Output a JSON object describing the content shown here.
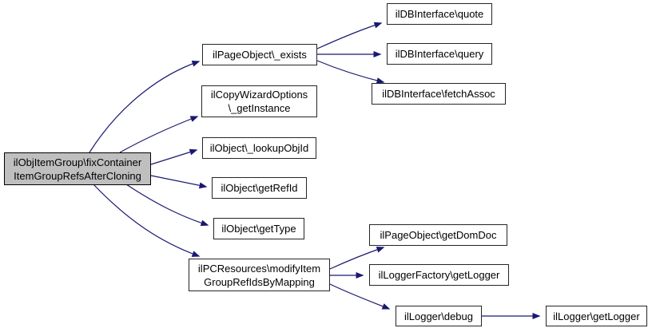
{
  "diagram": {
    "type": "call-graph",
    "colors": {
      "edge": "#191970",
      "node_border": "#252525",
      "node_fill": "#ffffff",
      "highlight_fill": "#bfbfbf",
      "text": "#000000",
      "background": "#ffffff"
    },
    "nodes": {
      "main": {
        "label": "ilObjItemGroup\\fixContainer\nItemGroupRefsAfterCloning",
        "highlighted": true
      },
      "exists": {
        "label": "ilPageObject\\_exists",
        "highlighted": false
      },
      "getInstance": {
        "label": "ilCopyWizardOptions\n\\_getInstance",
        "highlighted": false
      },
      "lookupObjId": {
        "label": "ilObject\\_lookupObjId",
        "highlighted": false
      },
      "getRefId": {
        "label": "ilObject\\getRefId",
        "highlighted": false
      },
      "getType": {
        "label": "ilObject\\getType",
        "highlighted": false
      },
      "modifyItemGroupRefIdsByMapping": {
        "label": "ilPCResources\\modifyItem\nGroupRefIdsByMapping",
        "highlighted": false
      },
      "quote": {
        "label": "ilDBInterface\\quote",
        "highlighted": false
      },
      "query": {
        "label": "ilDBInterface\\query",
        "highlighted": false
      },
      "fetchAssoc": {
        "label": "ilDBInterface\\fetchAssoc",
        "highlighted": false
      },
      "getDomDoc": {
        "label": "ilPageObject\\getDomDoc",
        "highlighted": false
      },
      "loggerFactoryGetLogger": {
        "label": "ilLoggerFactory\\getLogger",
        "highlighted": false
      },
      "debug": {
        "label": "ilLogger\\debug",
        "highlighted": false
      },
      "loggerGetLogger": {
        "label": "ilLogger\\getLogger",
        "highlighted": false
      }
    },
    "edges": [
      {
        "from": "main",
        "to": "exists"
      },
      {
        "from": "main",
        "to": "getInstance"
      },
      {
        "from": "main",
        "to": "lookupObjId"
      },
      {
        "from": "main",
        "to": "getRefId"
      },
      {
        "from": "main",
        "to": "getType"
      },
      {
        "from": "main",
        "to": "modifyItemGroupRefIdsByMapping"
      },
      {
        "from": "exists",
        "to": "quote"
      },
      {
        "from": "exists",
        "to": "query"
      },
      {
        "from": "exists",
        "to": "fetchAssoc"
      },
      {
        "from": "modifyItemGroupRefIdsByMapping",
        "to": "getDomDoc"
      },
      {
        "from": "modifyItemGroupRefIdsByMapping",
        "to": "loggerFactoryGetLogger"
      },
      {
        "from": "modifyItemGroupRefIdsByMapping",
        "to": "debug"
      },
      {
        "from": "debug",
        "to": "loggerGetLogger"
      }
    ]
  }
}
